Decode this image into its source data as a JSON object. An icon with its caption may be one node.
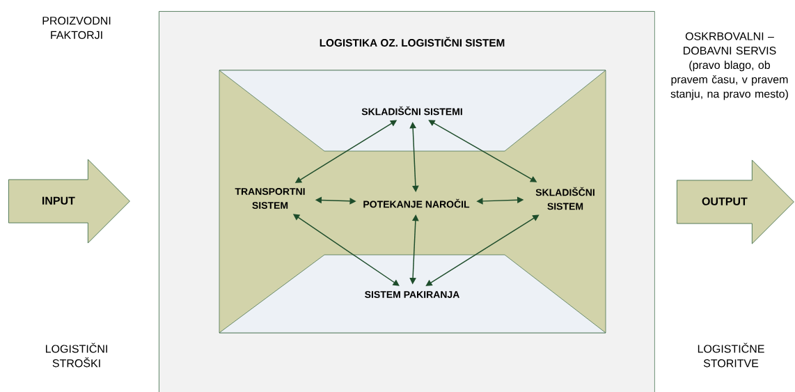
{
  "diagram": {
    "nodes": [
      {
        "text": [
          "LOGISTIKA OZ. LOGISTIČNI SISTEM"
        ]
      },
      {
        "text": [
          "SKLADIŠČNI SISTEMI"
        ],
        "in": 0
      },
      {
        "text": [
          "TRANSPORTNI SISTEM"
        ],
        "in": 0
      },
      {
        "text": [
          "POTEKANJE NAROČIL"
        ],
        "in": 0
      },
      {
        "text": [
          "SKLADIŠČNI SISTEM"
        ],
        "in": 0
      },
      {
        "text": [
          "SISTEM PAKIRANJA"
        ],
        "in": 0
      },
      {
        "text": [
          "INPUT"
        ]
      },
      {
        "text": [
          "OUTPUT"
        ]
      }
    ],
    "edges": [
      {
        "from": 2,
        "to": 1,
        "arrow": "both"
      },
      {
        "from": 3,
        "to": 1,
        "arrow": "both"
      },
      {
        "from": 1,
        "to": 4,
        "arrow": "both"
      },
      {
        "from": 2,
        "to": 3,
        "arrow": "both"
      },
      {
        "from": 3,
        "to": 4,
        "arrow": "both"
      },
      {
        "from": 2,
        "to": 5,
        "arrow": "both"
      },
      {
        "from": 3,
        "to": 5,
        "arrow": "both"
      },
      {
        "from": 4,
        "to": 5,
        "arrow": "both"
      }
    ],
    "labels": [
      "PROIZVODNI FAKTORJI",
      "OSKRBOVALNI – DOBAVNI SERVIS (pravo blago, ob pravem času, v pravem stanju, na pravo mesto)",
      "LOGISTIČNI STROŠKI",
      "LOGISTIČNE STORITVE"
    ]
  }
}
